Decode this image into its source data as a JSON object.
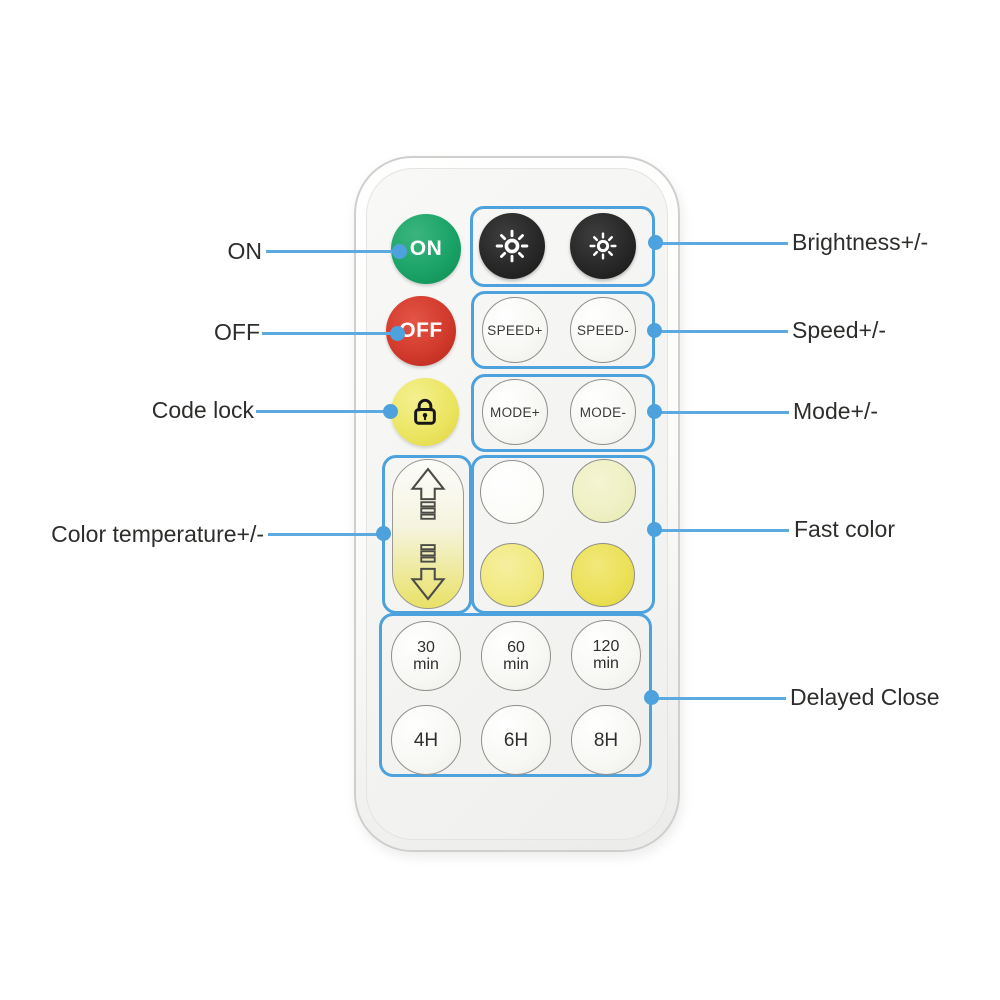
{
  "title": "LED controller remote annotated diagram",
  "palette": {
    "annotation_blue": "#4da2de",
    "on_green": "#1ba368",
    "off_red": "#d23a2c",
    "lock_yellow": "#ebe45f",
    "brightness_black": "#262626",
    "fast_colors": [
      "#fbfbf8",
      "#eef0c3",
      "#f1e97e",
      "#ebe055"
    ],
    "temp_gradient_top": "#fcfcfa",
    "temp_gradient_bottom": "#e9e167"
  },
  "remote": {
    "on_button": {
      "label": "ON",
      "color": "#1ba368"
    },
    "off_button": {
      "label": "OFF",
      "color": "#d23a2c"
    },
    "code_lock_button": {
      "icon": "padlock-icon",
      "color": "#ebe45f"
    },
    "brightness_buttons": [
      {
        "icon": "sun-icon",
        "color": "#262626"
      },
      {
        "icon": "sun-icon",
        "color": "#262626"
      }
    ],
    "speed_buttons": [
      {
        "label": "SPEED+"
      },
      {
        "label": "SPEED-"
      }
    ],
    "mode_buttons": [
      {
        "label": "MODE+"
      },
      {
        "label": "MODE-"
      }
    ],
    "color_temp_control": {
      "icons": [
        "arrow-up-icon",
        "arrow-down-icon"
      ]
    },
    "fast_color_buttons": [
      {
        "name": "white",
        "color": "#fbfbf8"
      },
      {
        "name": "warm-white",
        "color": "#eef0c3"
      },
      {
        "name": "yellow",
        "color": "#f1e97e"
      },
      {
        "name": "deep-yellow",
        "color": "#ebe055"
      }
    ],
    "timer_buttons": [
      {
        "line1": "30",
        "line2": "min"
      },
      {
        "line1": "60",
        "line2": "min"
      },
      {
        "line1": "120",
        "line2": "min"
      },
      {
        "line1": "4H",
        "line2": ""
      },
      {
        "line1": "6H",
        "line2": ""
      },
      {
        "line1": "8H",
        "line2": ""
      }
    ]
  },
  "annotations": {
    "left": [
      {
        "label": "ON"
      },
      {
        "label": "OFF"
      },
      {
        "label": "Code lock"
      },
      {
        "label": "Color temperature+/-"
      }
    ],
    "right": [
      {
        "label": "Brightness+/-"
      },
      {
        "label": "Speed+/-"
      },
      {
        "label": "Mode+/-"
      },
      {
        "label": "Fast color"
      },
      {
        "label": "Delayed Close"
      }
    ]
  }
}
